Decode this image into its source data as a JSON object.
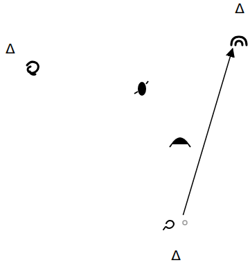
{
  "diagram": {
    "nodes": [
      {
        "text": [
          "Δ"
        ]
      },
      {
        "text": [
          "Δ"
        ]
      },
      {
        "text": [
          "Δ"
        ]
      }
    ],
    "edges": [
      {
        "from": 2,
        "to": 0,
        "arrow": "to"
      }
    ]
  }
}
